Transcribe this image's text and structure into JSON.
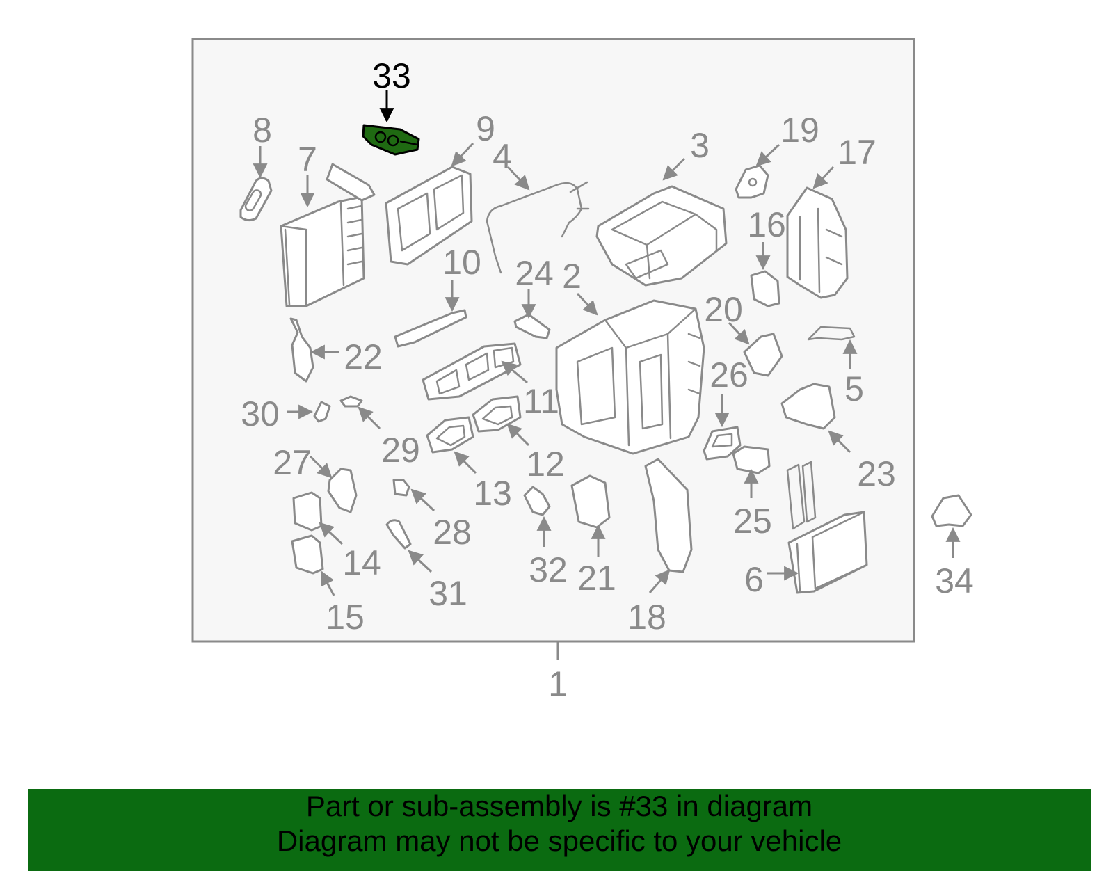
{
  "diagram": {
    "highlighted_callout": "33",
    "highlight_color": "#1f6a12",
    "callouts": {
      "c1": "1",
      "c2": "2",
      "c3": "3",
      "c4": "4",
      "c5": "5",
      "c6": "6",
      "c7": "7",
      "c8": "8",
      "c9": "9",
      "c10": "10",
      "c11": "11",
      "c12": "12",
      "c13": "13",
      "c14": "14",
      "c15": "15",
      "c16": "16",
      "c17": "17",
      "c18": "18",
      "c19": "19",
      "c20": "20",
      "c21": "21",
      "c22": "22",
      "c23": "23",
      "c24": "24",
      "c25": "25",
      "c26": "26",
      "c27": "27",
      "c28": "28",
      "c29": "29",
      "c30": "30",
      "c31": "31",
      "c32": "32",
      "c33": "33",
      "c34": "34"
    }
  },
  "banner": {
    "line1": "Part or sub-assembly is #33 in diagram",
    "line2": "Diagram may not be specific to your vehicle",
    "background": "#0b6b11"
  }
}
